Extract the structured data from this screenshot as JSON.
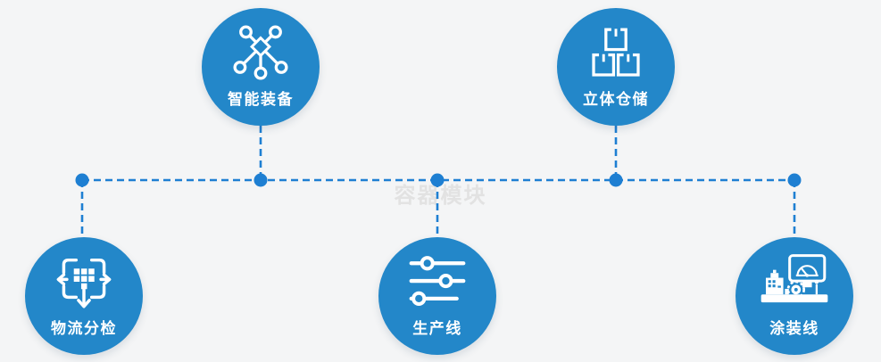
{
  "watermark": "容器模块",
  "colors": {
    "background": "#f4f5f6",
    "circle": "#2387c9",
    "connector": "#1e7fd2",
    "label": "#ffffff",
    "watermark": "#e2e2e2"
  },
  "nodes": [
    {
      "id": "smart-equipment",
      "label": "智能装备",
      "icon": "network-nodes-icon",
      "row": "top"
    },
    {
      "id": "warehouse",
      "label": "立体仓储",
      "icon": "stacked-boxes-icon",
      "row": "top"
    },
    {
      "id": "logistics-sorting",
      "label": "物流分检",
      "icon": "sorting-arrows-icon",
      "row": "bottom"
    },
    {
      "id": "production-line",
      "label": "生产线",
      "icon": "sliders-icon",
      "row": "bottom"
    },
    {
      "id": "painting-line",
      "label": "涂装线",
      "icon": "machine-gauge-icon",
      "row": "bottom"
    }
  ]
}
